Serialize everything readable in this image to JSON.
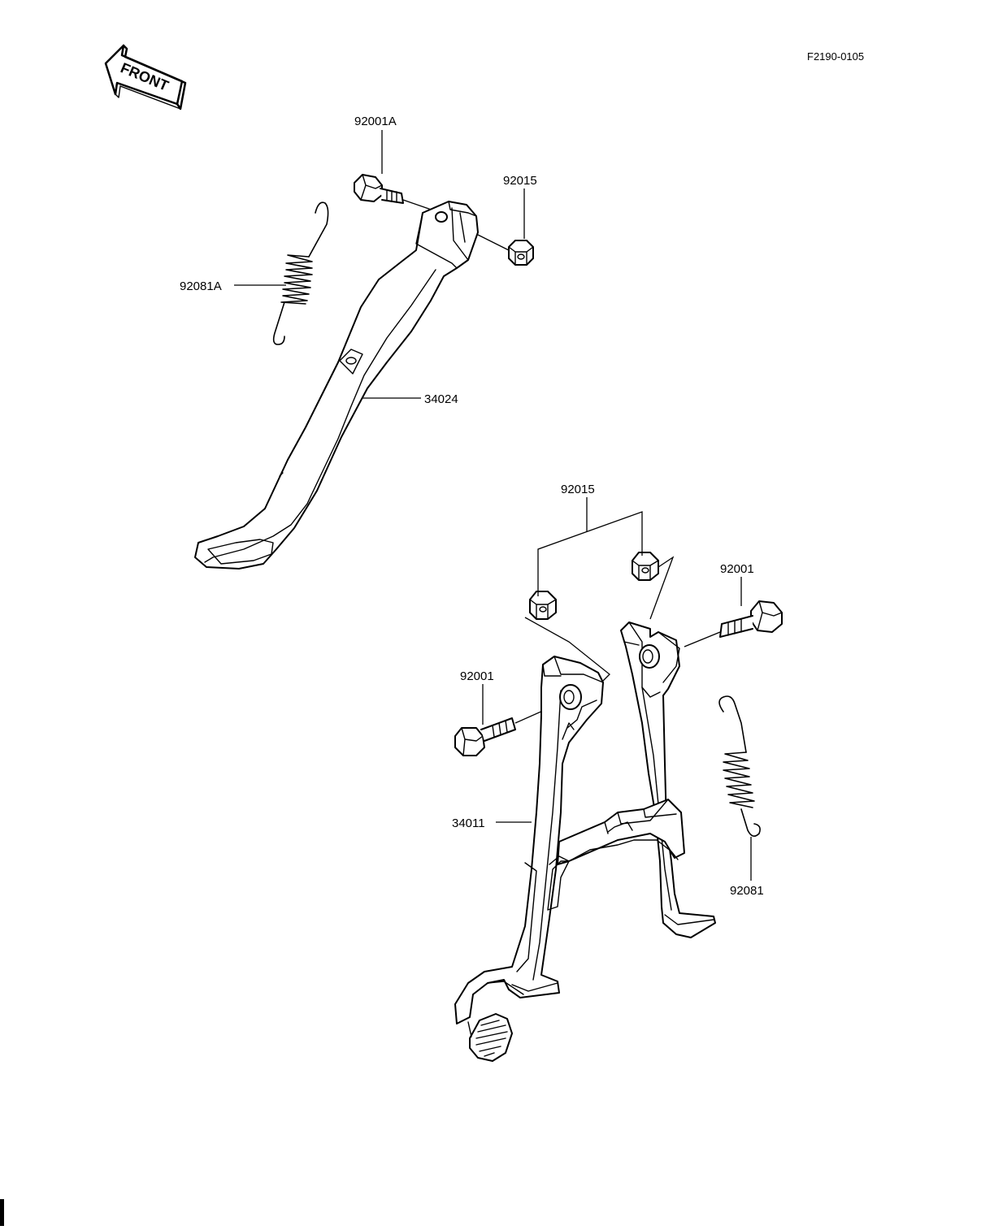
{
  "diagram": {
    "ref_code": "F2190-0105",
    "front_label": "FRONT",
    "parts": [
      {
        "number": "92001A"
      },
      {
        "number": "92015"
      },
      {
        "number": "92081A"
      },
      {
        "number": "34024"
      },
      {
        "number": "92015"
      },
      {
        "number": "92001"
      },
      {
        "number": "92001"
      },
      {
        "number": "34011"
      },
      {
        "number": "92081"
      }
    ]
  }
}
